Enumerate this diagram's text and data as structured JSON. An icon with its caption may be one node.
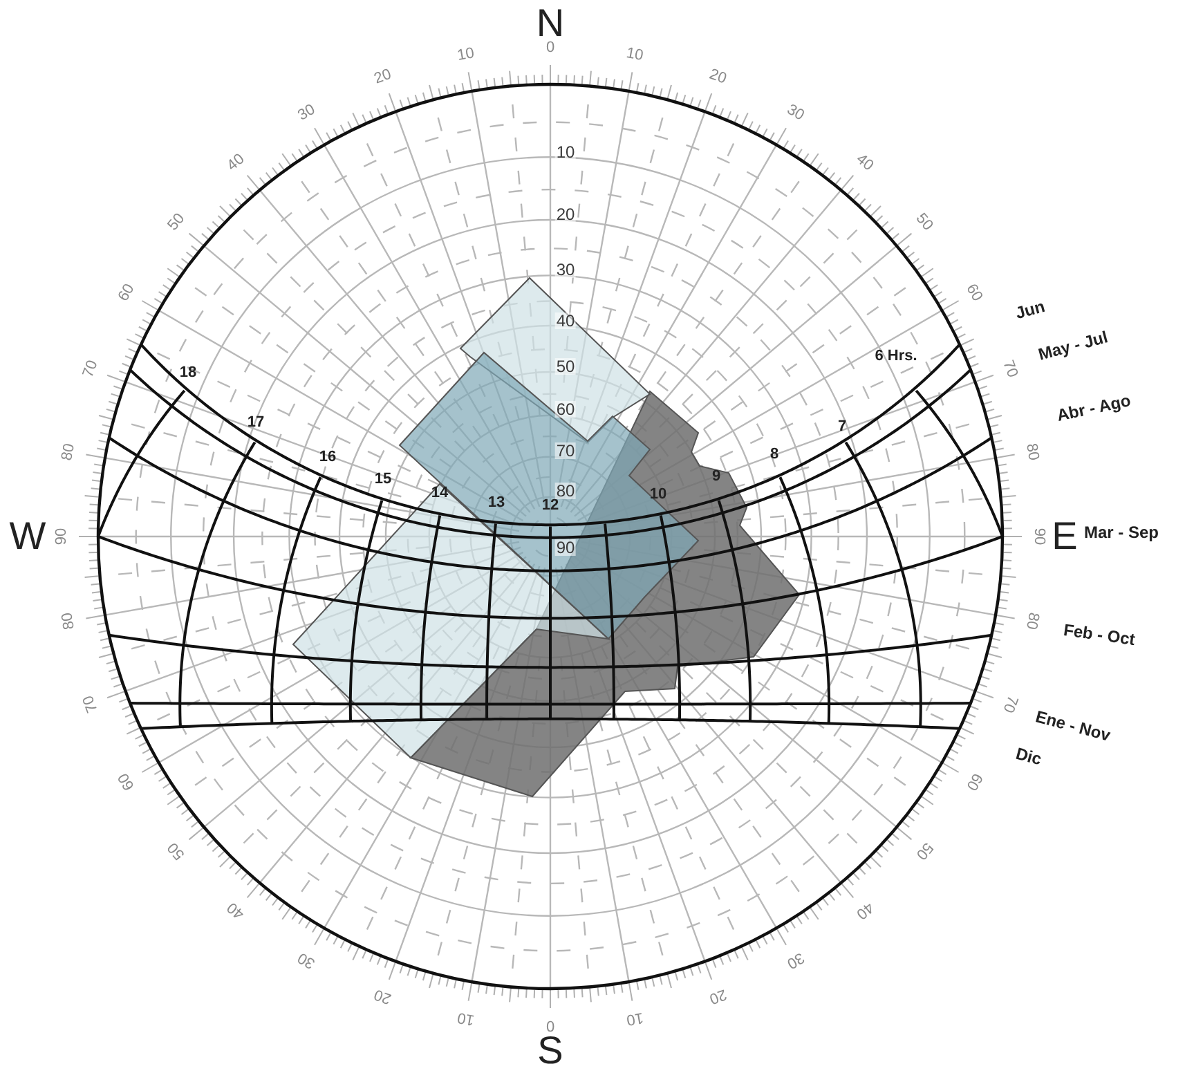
{
  "diagram": {
    "labels": [
      "N",
      "E",
      "S",
      "W",
      "0",
      "10",
      "20",
      "30",
      "40",
      "50",
      "60",
      "70",
      "80",
      "90",
      "80",
      "70",
      "60",
      "50",
      "40",
      "30",
      "20",
      "10",
      "0",
      "10",
      "20",
      "30",
      "40",
      "50",
      "60",
      "70",
      "80",
      "90",
      "80",
      "70",
      "60",
      "50",
      "40",
      "30",
      "20",
      "10",
      "10",
      "20",
      "30",
      "40",
      "50",
      "60",
      "70",
      "80",
      "90",
      "Jun",
      "May - Jul",
      "Abr - Ago",
      "Mar - Sep",
      "Feb - Oct",
      "Ene - Nov",
      "Dic",
      "18",
      "17",
      "16",
      "15",
      "14",
      "13",
      "12",
      "10",
      "9",
      "8",
      "7",
      "6 Hrs."
    ]
  }
}
